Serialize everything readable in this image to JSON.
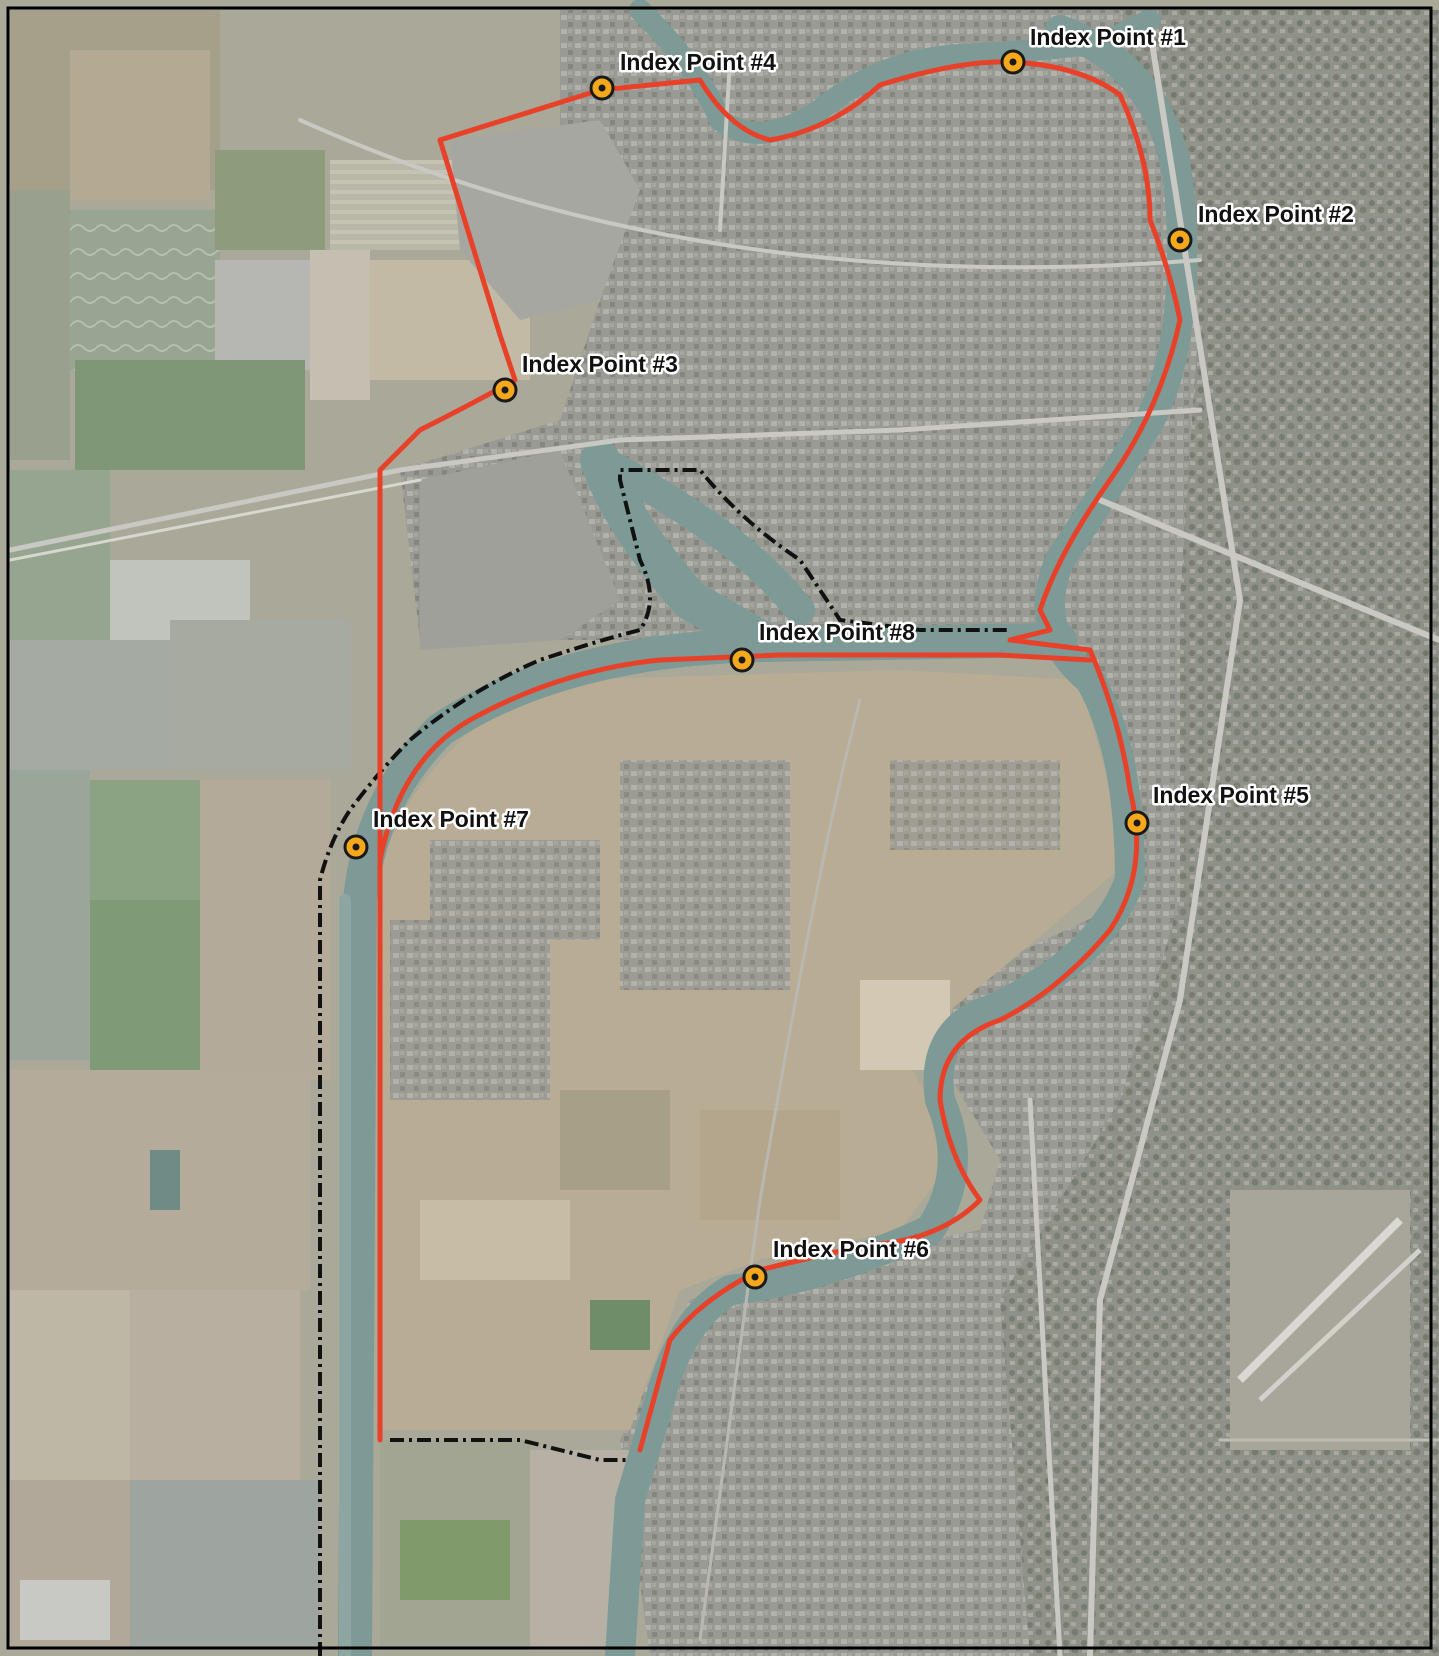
{
  "map": {
    "colors": {
      "levee_line": "#e8412a",
      "boundary_line": "#111111",
      "marker_fill": "#f5a81c",
      "marker_ring": "#1a1a1a",
      "marker_dot": "#1a1a1a",
      "river": "#7f9c98",
      "farmland": "#a9a795",
      "wetland": "#8fa58b",
      "urban": "#9c9c96",
      "dry_field": "#c2b49a",
      "neatline": "#000000"
    },
    "index_points": [
      {
        "id": "ip1",
        "label": "Index Point #1"
      },
      {
        "id": "ip2",
        "label": "Index Point #2"
      },
      {
        "id": "ip3",
        "label": "Index Point #3"
      },
      {
        "id": "ip4",
        "label": "Index Point #4"
      },
      {
        "id": "ip5",
        "label": "Index Point #5"
      },
      {
        "id": "ip6",
        "label": "Index Point #6"
      },
      {
        "id": "ip7",
        "label": "Index Point #7"
      },
      {
        "id": "ip8",
        "label": "Index Point #8"
      }
    ]
  }
}
